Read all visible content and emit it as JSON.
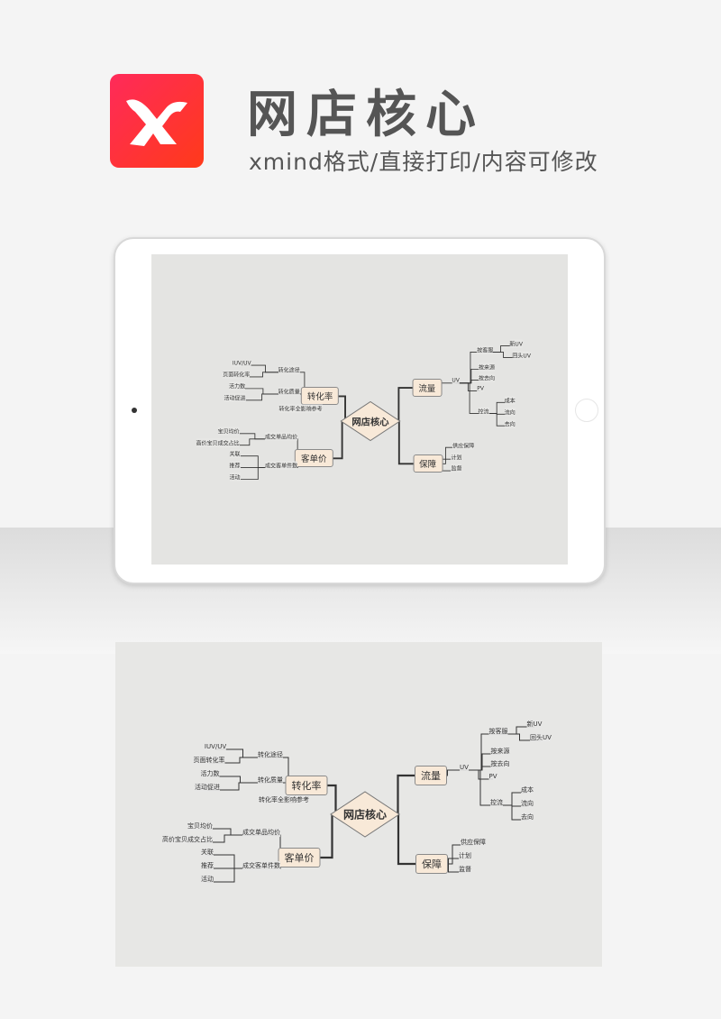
{
  "header": {
    "title": "网店核心",
    "subtitle": "xmind格式/直接打印/内容可修改",
    "logo_letter": "X"
  },
  "colors": {
    "logo": "#ff2a4a",
    "node_fill": "#f8e9d8",
    "text": "#555555"
  },
  "mindmap": {
    "center": "网店核心",
    "nodes": {
      "zhl": "转化率",
      "ll": "流量",
      "kdj": "客单价",
      "bz": "保障",
      "zhtj": "转化途径",
      "zhzl": "转化质量",
      "zhqyx": "转化率全影响参考",
      "iuv": "IUV/UV",
      "ymzhl": "页面转化率",
      "hls": "活力数",
      "hdcj": "活动促进",
      "cjdp": "成交单品均价",
      "cjkd": "成交客单件数",
      "bbjj": "宝贝均价",
      "gjbb": "高价宝贝成交占比",
      "gl": "关联",
      "tj": "推荐",
      "hd": "活动",
      "uv": "UV",
      "akf": "按客服",
      "xuv": "新UV",
      "htuv": "回头UV",
      "aly": "按来源",
      "aqx": "按去向",
      "pv": "PV",
      "kl": "控流",
      "cb": "成本",
      "lx": "流向",
      "qx": "去向",
      "gybz": "供应保障",
      "jh": "计划",
      "jd": "监督"
    }
  }
}
